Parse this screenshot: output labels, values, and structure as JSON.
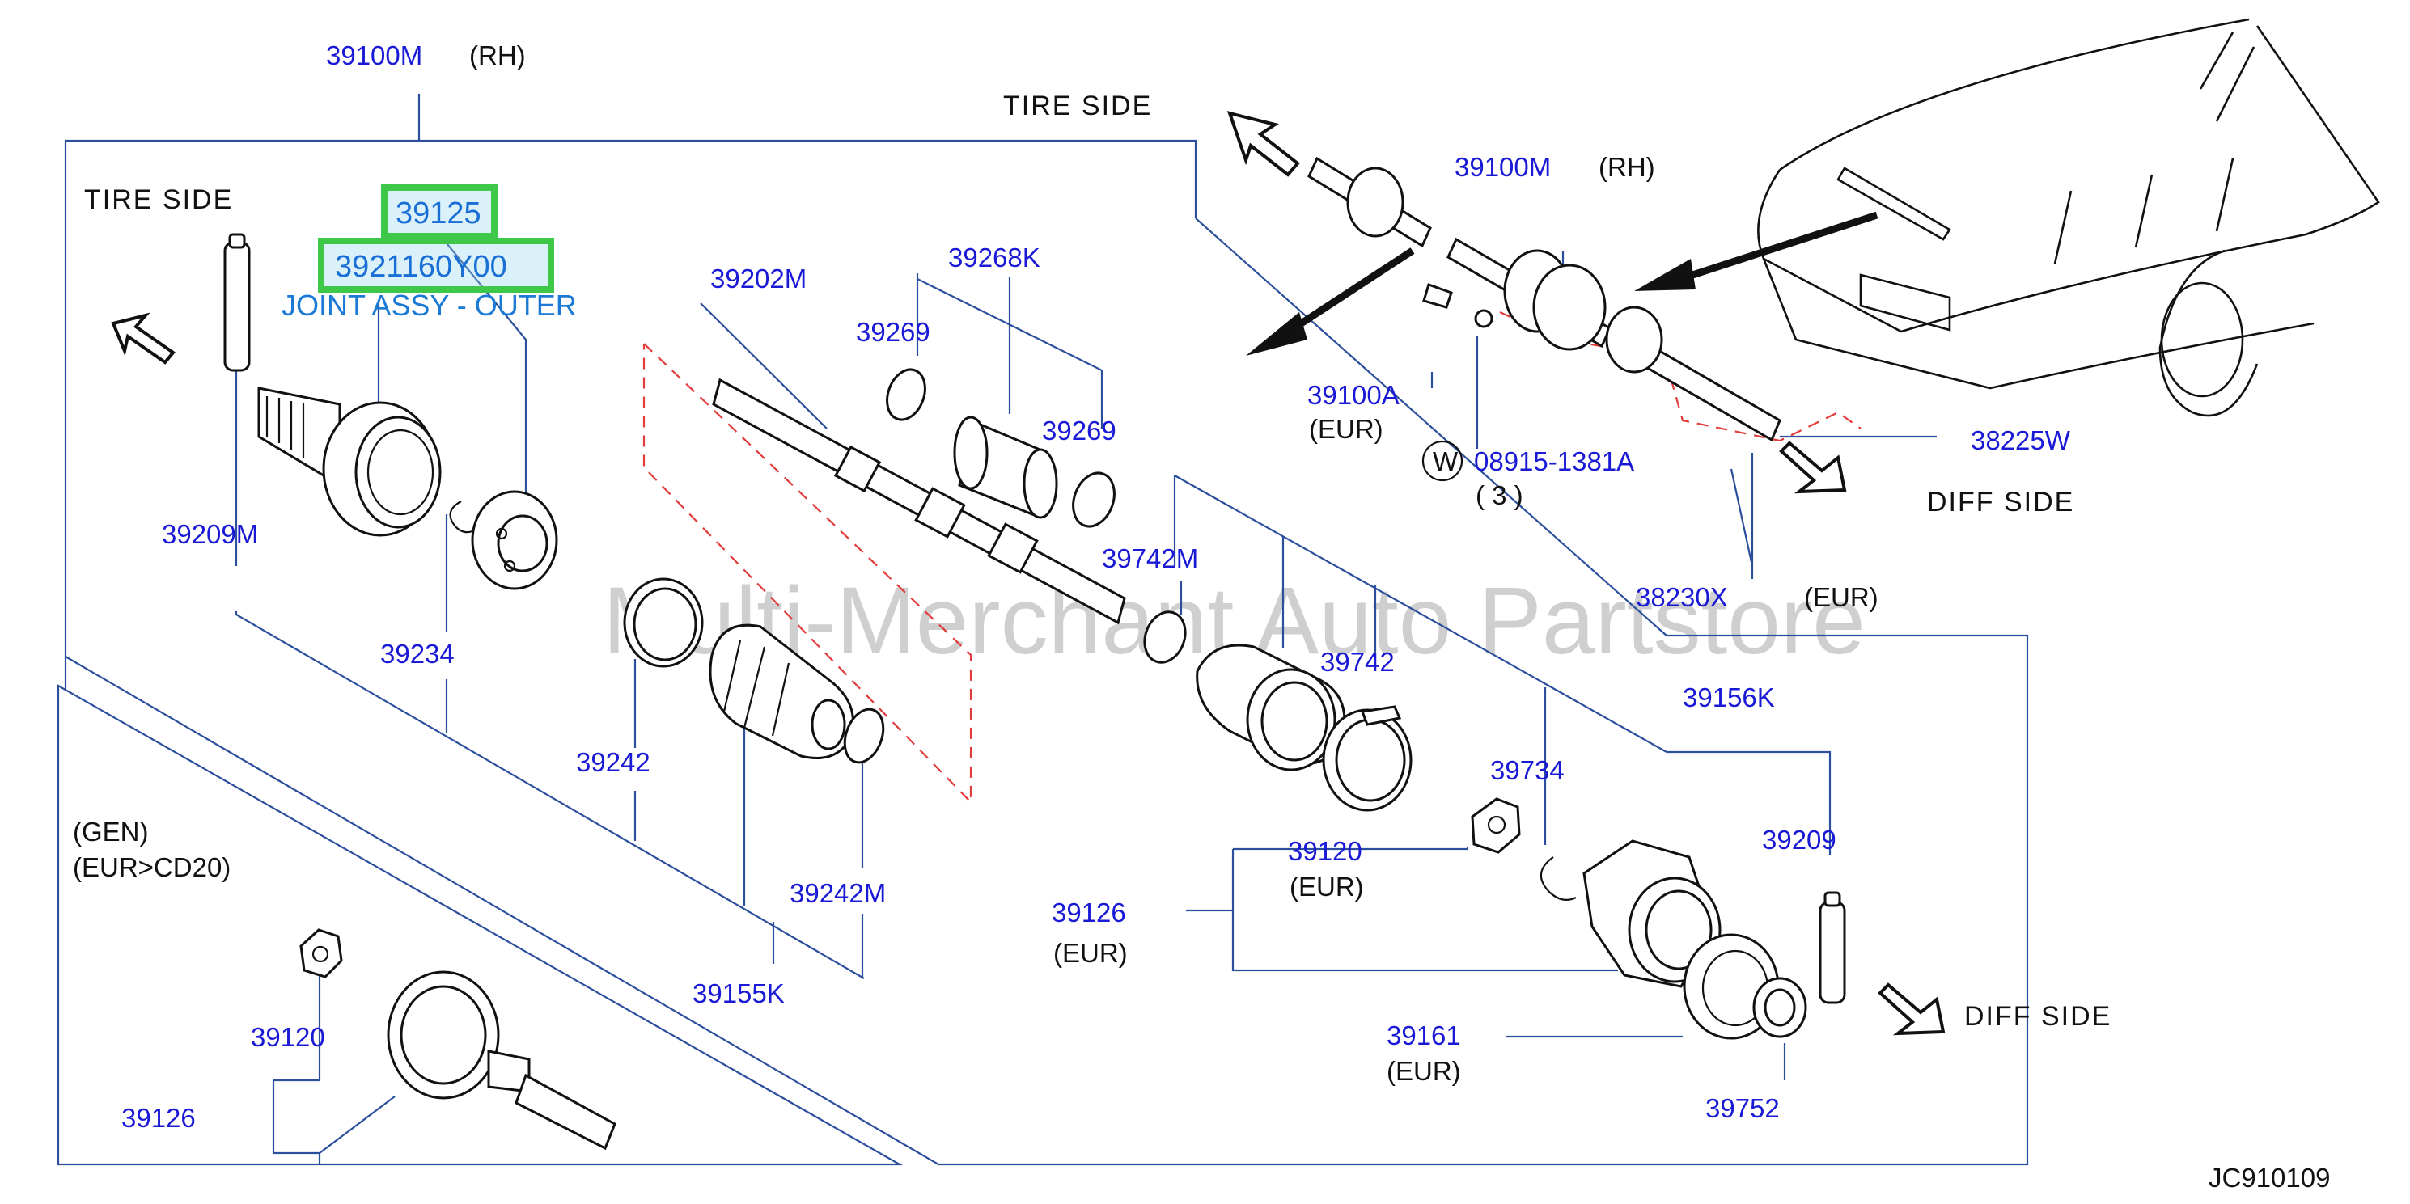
{
  "diagram": {
    "watermark": "Multi-Merchant Auto Partstore",
    "code": "JC910109",
    "highlight": {
      "part_number": "39125",
      "oem_number": "3921160Y00",
      "description": "JOINT ASSY - OUTER"
    },
    "sides": {
      "tire_left": "TIRE   SIDE",
      "tire_top": "TIRE   SIDE",
      "diff_top": "DIFF   SIDE",
      "diff_bottom": "DIFF   SIDE"
    },
    "notes": {
      "rh_top": "(RH)",
      "rh_inset": "(RH)",
      "eur_a": "(EUR)",
      "eur_b": "(EUR)",
      "eur_c": "(EUR)",
      "eur_d": "(EUR)",
      "eur_e": "(EUR)",
      "gen": "(GEN)",
      "eur_cd20": "(EUR>CD20)",
      "qty_3": "( 3 )",
      "washer_w": "W"
    },
    "parts": {
      "p39100M_top": "39100M",
      "p39100M_inset": "39100M",
      "p39202M": "39202M",
      "p39268K": "39268K",
      "p39269_a": "39269",
      "p39269_b": "39269",
      "p39209M": "39209M",
      "p39234": "39234",
      "p39242": "39242",
      "p39242M": "39242M",
      "p39155K": "39155K",
      "p39742M": "39742M",
      "p39742": "39742",
      "p39734": "39734",
      "p39120_a": "39120",
      "p39120_b": "39120",
      "p39126_a": "39126",
      "p39126_b": "39126",
      "p39156K": "39156K",
      "p39209": "39209",
      "p39161": "39161",
      "p39752": "39752",
      "p39100A": "39100A",
      "p08915": "08915-1381A",
      "p38225W": "38225W",
      "p38230X": "38230X"
    }
  }
}
